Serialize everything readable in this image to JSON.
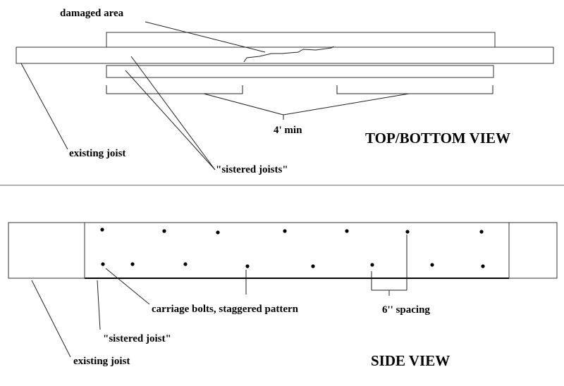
{
  "top_view": {
    "title": "TOP/BOTTOM VIEW",
    "labels": {
      "damaged_area": "damaged area",
      "min_length": "4' min",
      "existing_joist": "existing joist",
      "sistered_joists": "\"sistered joists\""
    }
  },
  "side_view": {
    "title": "SIDE VIEW",
    "labels": {
      "carriage_bolts": "carriage bolts, staggered pattern",
      "spacing": "6'' spacing",
      "sistered_joist": "\"sistered joist\"",
      "existing_joist": "existing joist"
    }
  }
}
